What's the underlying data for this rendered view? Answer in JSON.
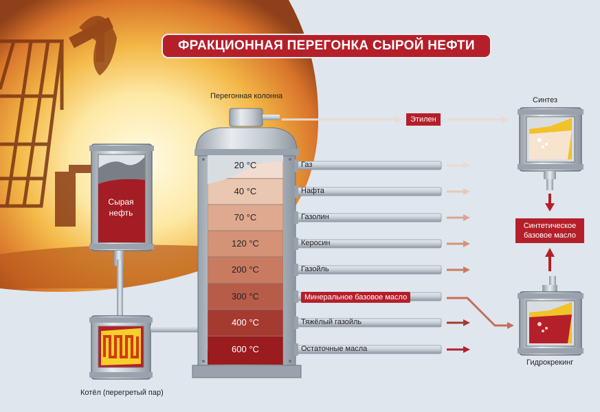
{
  "title": "ФРАКЦИОННАЯ ПЕРЕГОНКА СЫРОЙ НЕФТИ",
  "column_label": "Перегонная колонна",
  "crude_tank_label_line1": "Сырая",
  "crude_tank_label_line2": "нефть",
  "boiler_label": "Котёл (перегретый пар)",
  "synthesis_label": "Синтез",
  "hydrocracking_label": "Гидрокрекинг",
  "ethylene_label": "Этилен",
  "synthetic_oil_line1": "Синтетическое",
  "synthetic_oil_line2": "базовое масло",
  "fractions": [
    {
      "temp": "20 °C",
      "product": "Газ"
    },
    {
      "temp": "40 °C",
      "product": "Нафта"
    },
    {
      "temp": "70 °C",
      "product": "Газолин"
    },
    {
      "temp": "120 °C",
      "product": "Керосин"
    },
    {
      "temp": "200 °C",
      "product": "Газойль"
    },
    {
      "temp": "300 °C",
      "product": "Минеральное базовое масло"
    },
    {
      "temp": "400 °C",
      "product": "Тяжёлый газойль"
    },
    {
      "temp": "600 °C",
      "product": "Остаточные масла"
    }
  ],
  "colors": {
    "accent": "#b51f2a",
    "fraction_gradient": [
      "#f2dccf",
      "#eac7b1",
      "#dfa98f",
      "#d49377",
      "#c97b62",
      "#b85c4a",
      "#a53a31",
      "#9a1c1e"
    ]
  }
}
